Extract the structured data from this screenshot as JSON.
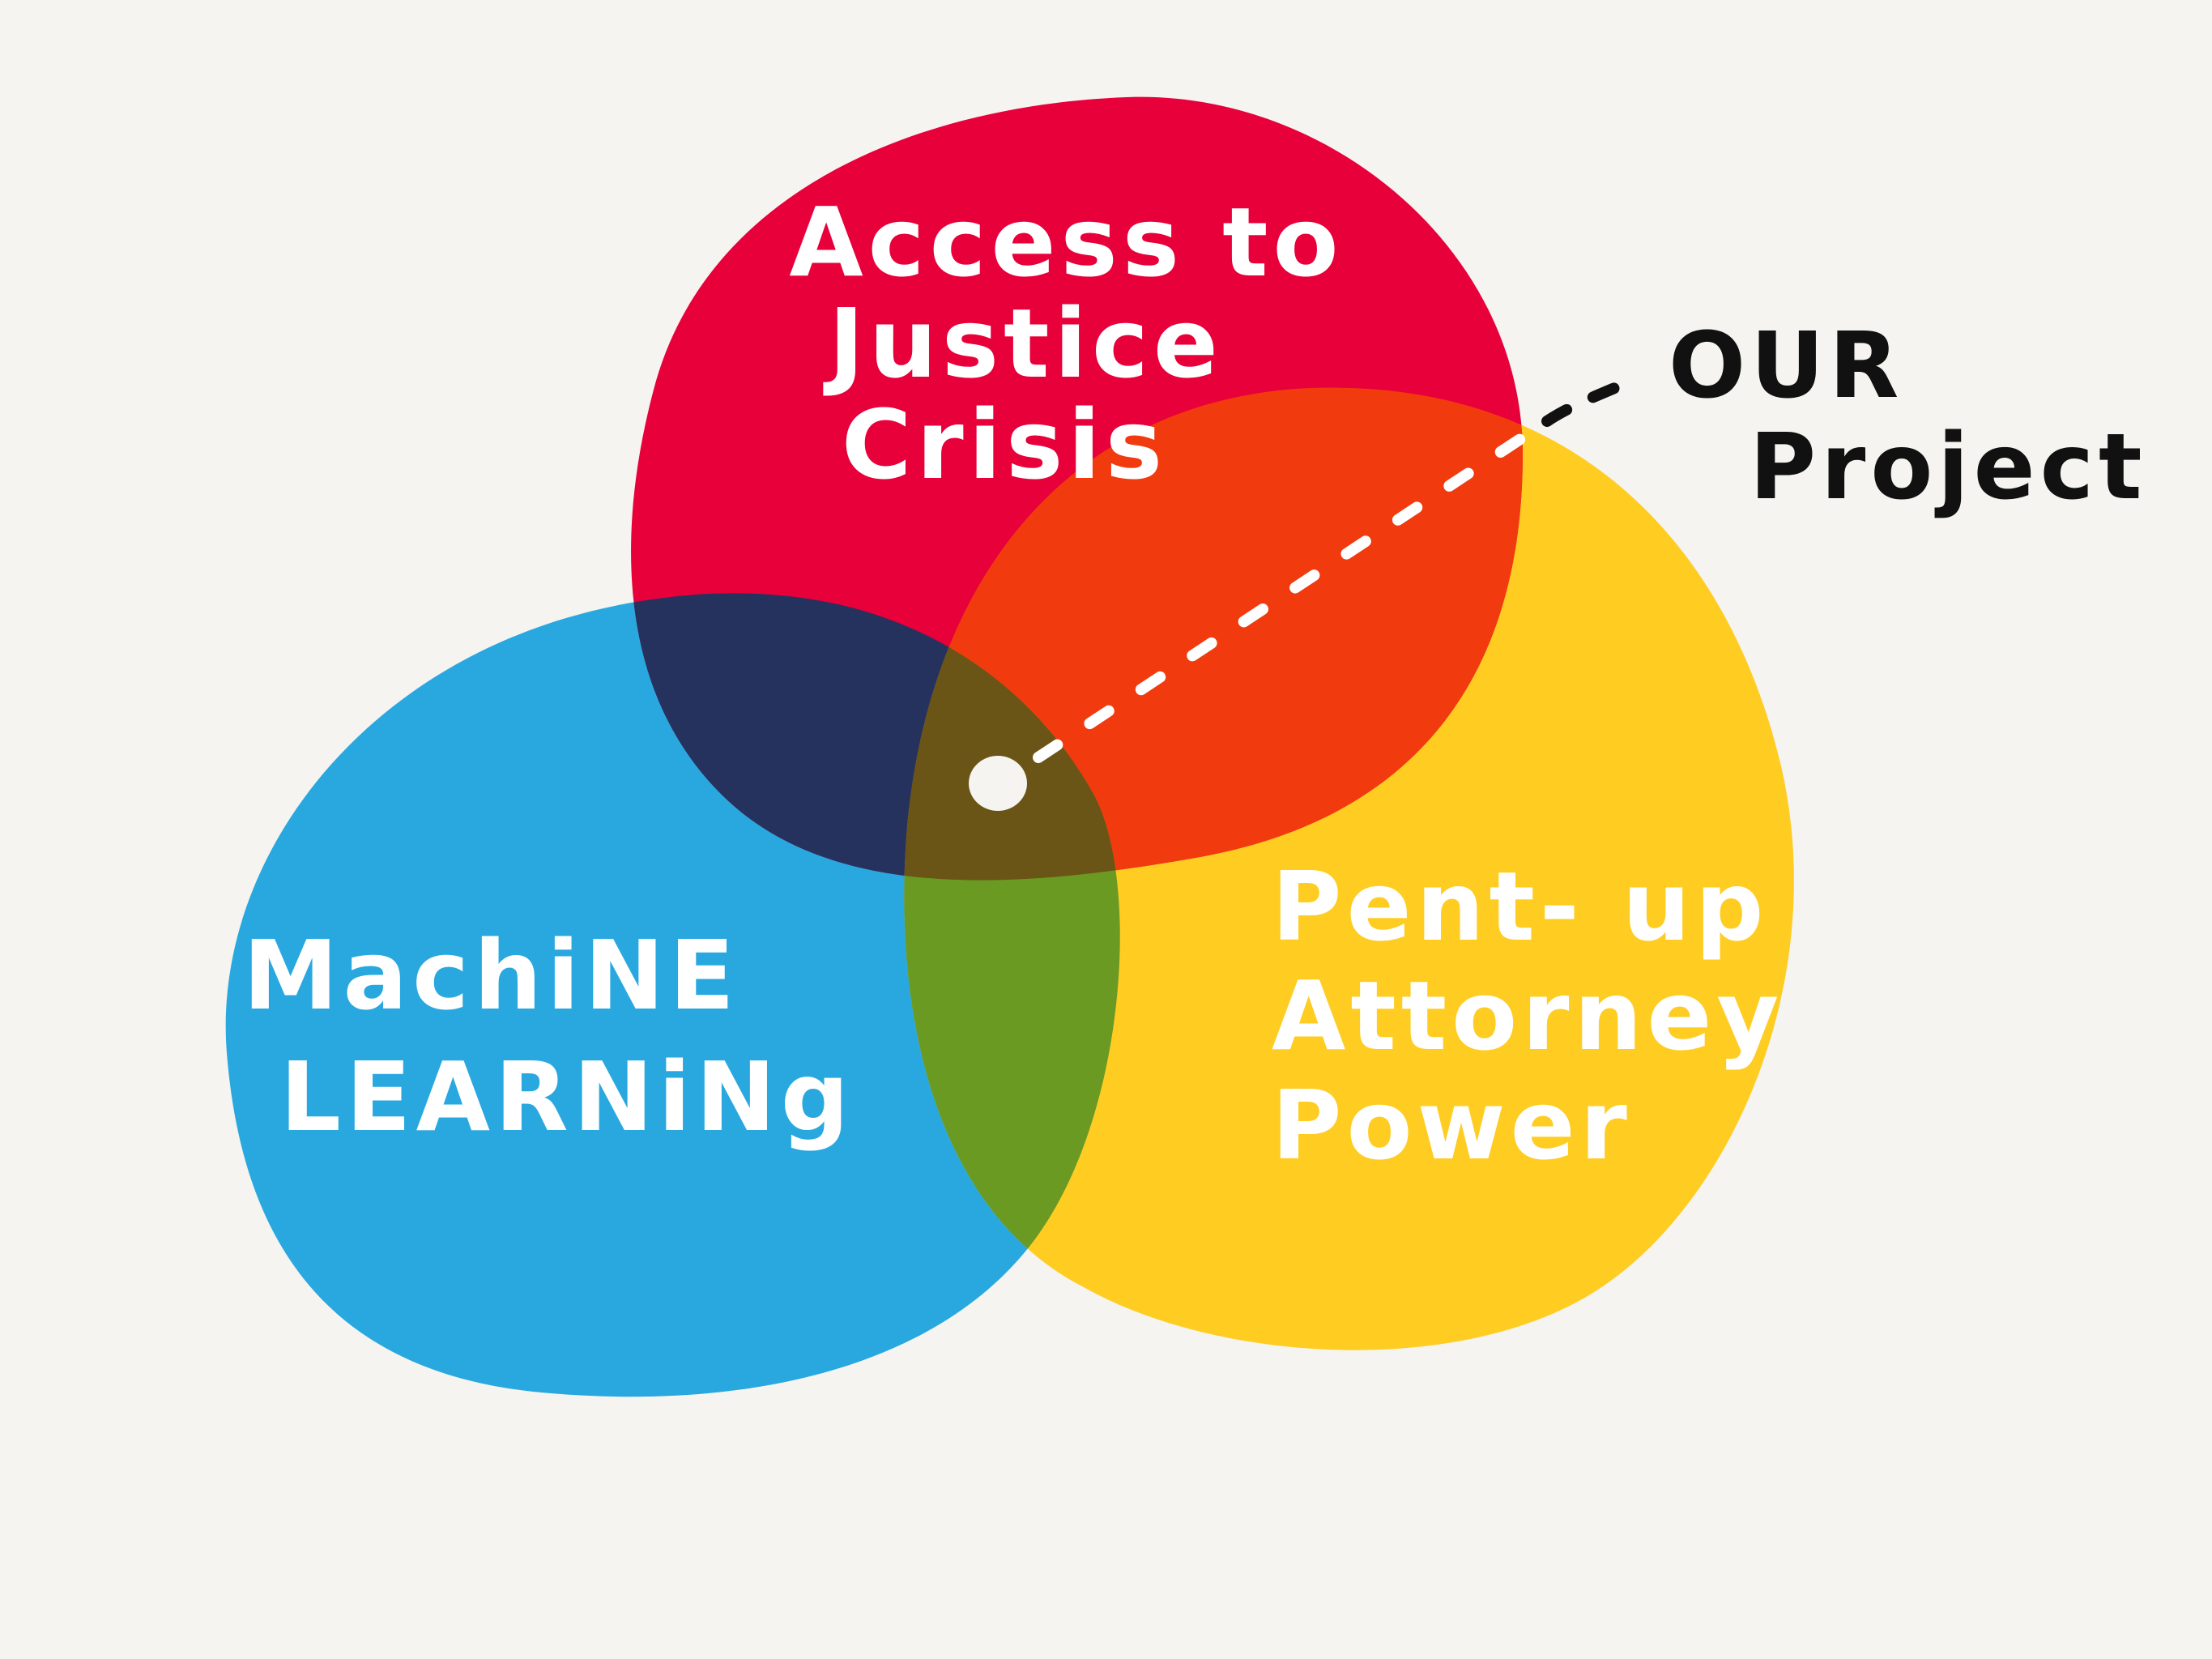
{
  "diagram": {
    "type": "venn",
    "circles": [
      {
        "id": "access-to-justice",
        "lines": [
          "Access to",
          "Justice",
          "Crisis"
        ],
        "color": "#e8003a"
      },
      {
        "id": "machine-learning",
        "lines": [
          "MachiNE",
          "LEARNiNg"
        ],
        "color": "#29a8e0"
      },
      {
        "id": "attorney-power",
        "lines": [
          "Pent- up",
          "Attorney",
          "Power"
        ],
        "color": "#ffcc22"
      }
    ],
    "overlap_colors": {
      "red_yellow": "#f23a0f",
      "red_blue": "#26325e",
      "blue_yellow": "#6a9a22",
      "center": "#6a5416"
    },
    "callout": {
      "lines": [
        "OUR",
        "Project"
      ],
      "marker_color": "#f5f4f0"
    },
    "background": "#f5f4f0"
  }
}
